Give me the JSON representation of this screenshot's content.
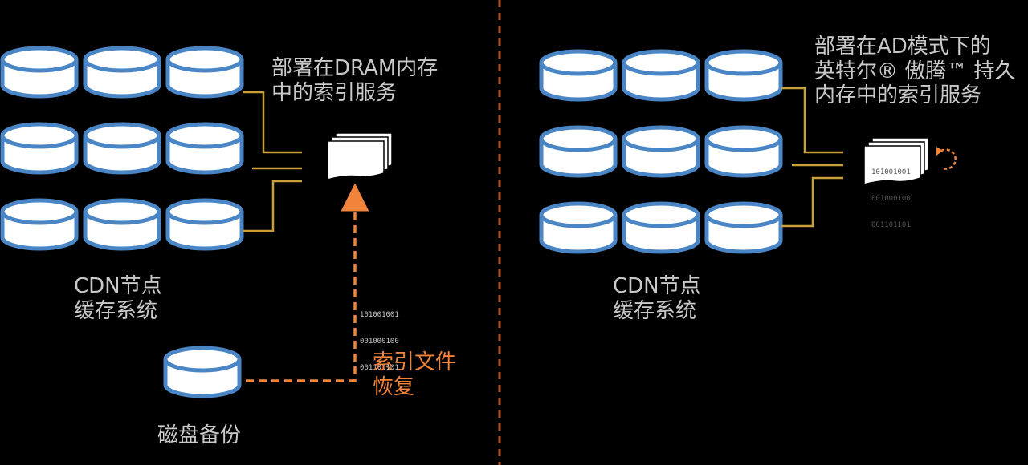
{
  "left": {
    "dram_label": [
      "部署在DRAM内存",
      "中的索引服务"
    ],
    "cdn_label": [
      "CDN节点",
      "缓存系统"
    ],
    "disk_label": "磁盘备份",
    "restore_label": [
      "索引文件",
      "恢复"
    ],
    "binary": [
      "101001001",
      "001000100",
      "001101101"
    ]
  },
  "right": {
    "pmem_label": [
      "部署在AD模式下的",
      "英特尔® 傲腾™ 持久",
      "内存中的索引服务"
    ],
    "cdn_label": [
      "CDN节点",
      "缓存系统"
    ],
    "binary": [
      "101001001",
      "001000100",
      "001101101"
    ]
  },
  "colors": {
    "background": "#000000",
    "disk_fill": "#ffffff",
    "disk_stroke": "#4a86c6",
    "connector": "#c8a036",
    "accent_orange": "#f0843a",
    "divider": "#b7522a",
    "text": "#c9c9c9"
  }
}
